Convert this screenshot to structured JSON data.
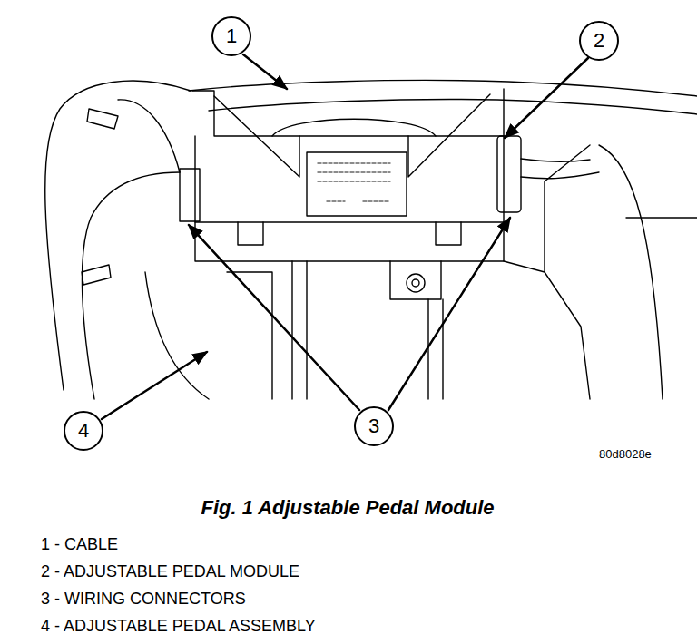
{
  "diagram": {
    "caption": "Fig. 1 Adjustable Pedal Module",
    "nodes": [
      {
        "text": [
          "1"
        ]
      },
      {
        "text": [
          "2"
        ]
      },
      {
        "text": [
          "4"
        ]
      },
      {
        "text": [
          "3"
        ]
      }
    ],
    "labels": [
      "80d8028e",
      "1 - CABLE",
      "2 - ADJUSTABLE PEDAL MODULE",
      "3 - WIRING CONNECTORS",
      "4 - ADJUSTABLE PEDAL ASSEMBLY"
    ]
  }
}
